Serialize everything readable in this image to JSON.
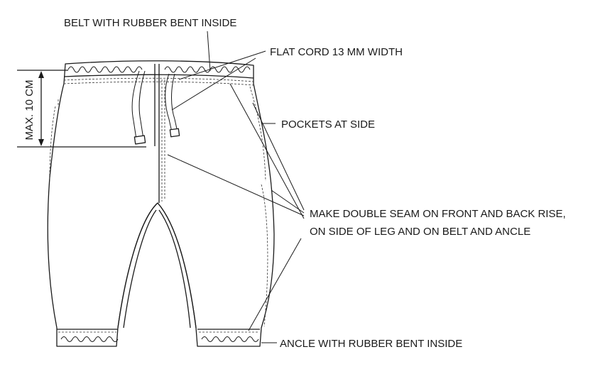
{
  "labels": {
    "belt": "BELT WITH RUBBER BENT INSIDE",
    "cord": "FLAT CORD 13 MM WIDTH",
    "pockets": "POCKETS AT SIDE",
    "seam_line1": "MAKE DOUBLE SEAM ON FRONT AND BACK RISE,",
    "seam_line2": "ON SIDE OF LEG AND ON BELT AND ANCLE",
    "ankle": "ANCLE WITH RUBBER BENT INSIDE",
    "max_height": "MAX. 10 CM"
  },
  "colors": {
    "ink": "#1a1a1a",
    "background": "#ffffff"
  }
}
